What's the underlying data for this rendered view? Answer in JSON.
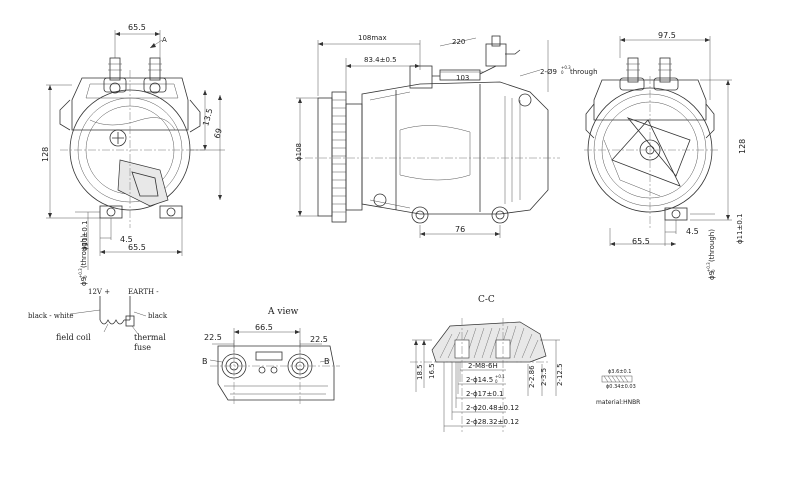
{
  "front_view": {
    "width": "65.5",
    "arrow_label": "A",
    "height_left": "128",
    "dim_135": "13.5",
    "dim_69": "69",
    "bottom_45": "4.5",
    "bottom_655": "65.5",
    "hole_11": "ϕ11±0.1",
    "hole_9": "ϕ9",
    "hole_9_tol": "+0.3",
    "hole_9_tol2": "0",
    "hole_9_suffix": "(through)"
  },
  "side_view": {
    "dim_108max": "108max",
    "dim_834": "83.4±0.5",
    "dim_220": "220",
    "dim_103": "103",
    "dia_108": "ϕ108",
    "dim_76": "76",
    "holes": "2-Ø9",
    "holes_tol": "+0.3",
    "holes_tol2": "0",
    "holes_suffix": "through"
  },
  "rear_view": {
    "width": "97.5",
    "height": "128",
    "bottom_45": "4.5",
    "bottom_655": "65.5",
    "hole_11": "ϕ11±0.1",
    "hole_9": "ϕ9",
    "hole_9_tol": "+0.3",
    "hole_9_tol2": "0",
    "hole_9_suffix": "(through)"
  },
  "wiring": {
    "v12": "12V +",
    "earth": "EARTH -",
    "black_white": "black - white",
    "black": "black",
    "field_coil": "field coil",
    "thermal": "thermal",
    "fuse": "fuse"
  },
  "a_view": {
    "title": "A view",
    "dim_665": "66.5",
    "dim_225_left": "22.5",
    "dim_225_right": "22.5",
    "b_left": "B",
    "b_right": "B"
  },
  "cc_view": {
    "title": "C-C",
    "thread": "2-M8-6H",
    "d145": "2-ϕ14.5",
    "d145_tol": "+0.1",
    "d145_tol2": "0",
    "d17": "2-ϕ17±0.1",
    "d2048": "2-ϕ20.48±0.12",
    "d2832": "2-ϕ28.32±0.12",
    "v165": "16.5",
    "v185": "18.5",
    "v286": "2-2.86",
    "v35": "2-3.5",
    "v125": "2-12.5"
  },
  "material_note": {
    "top": "ϕ3.6±0.1",
    "bottom": "ϕ0.34±0.03",
    "material": "material:HNBR"
  }
}
